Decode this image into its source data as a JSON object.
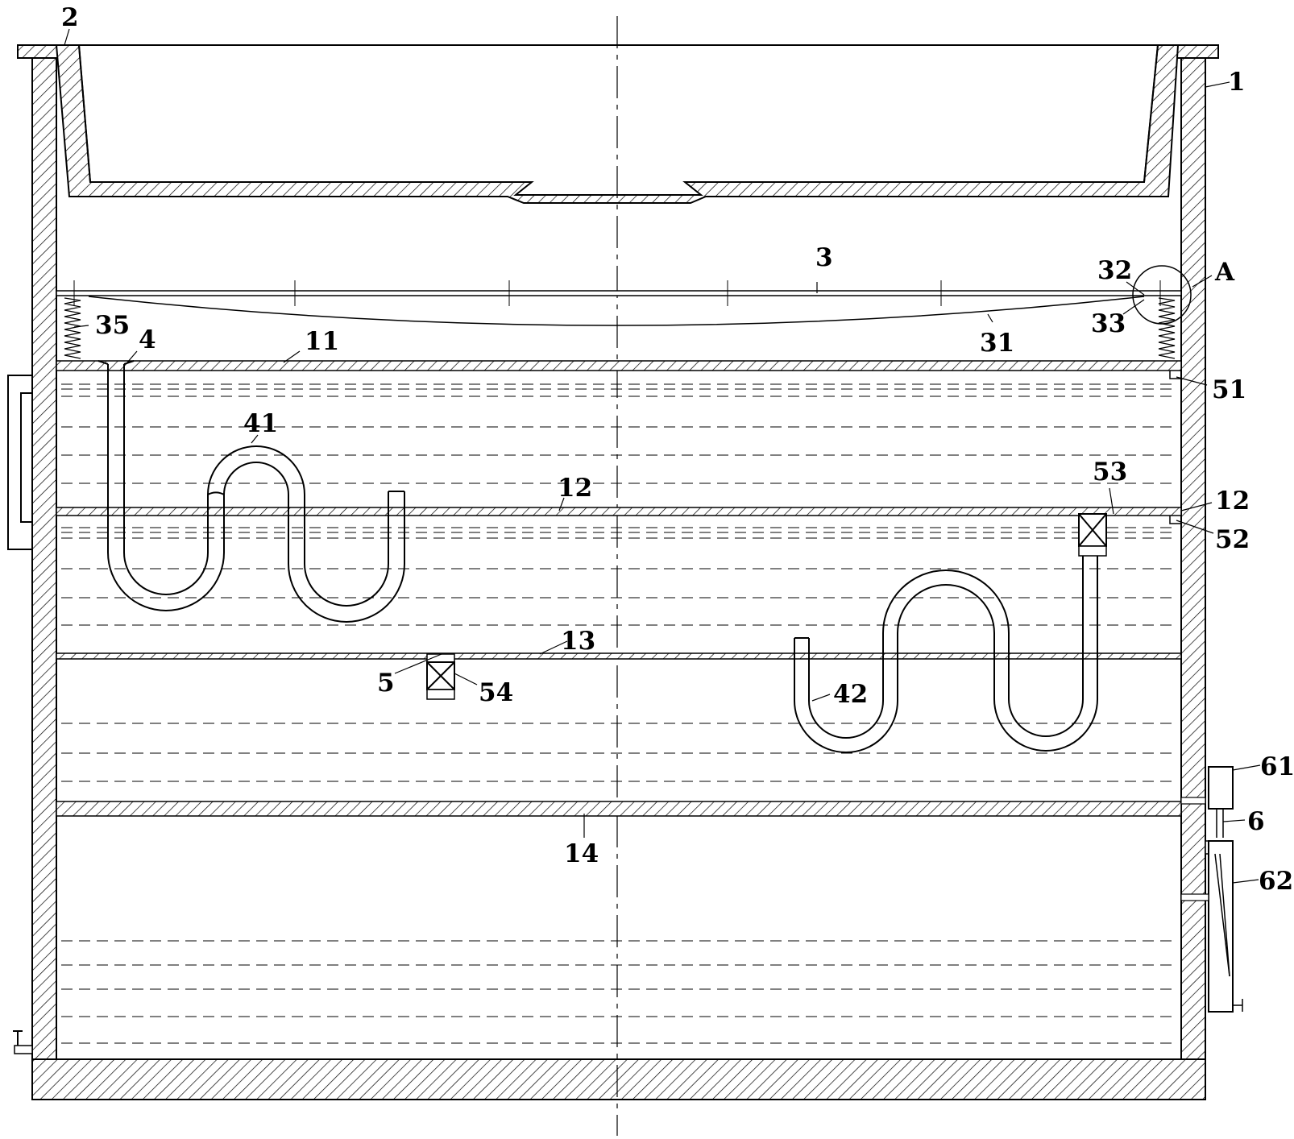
{
  "labels": {
    "l1": "1",
    "l2": "2",
    "l3": "3",
    "l4": "4",
    "l5": "5",
    "l6": "6",
    "l11": "11",
    "l12a": "12",
    "l12b": "12",
    "l13": "13",
    "l14": "14",
    "l31": "31",
    "l32": "32",
    "l33": "33",
    "l35": "35",
    "l41": "41",
    "l42": "42",
    "l51": "51",
    "l52": "52",
    "l53": "53",
    "l54": "54",
    "l61": "61",
    "l62": "62",
    "lA": "A"
  },
  "colors": {
    "stroke": "#000000",
    "background": "#ffffff"
  }
}
